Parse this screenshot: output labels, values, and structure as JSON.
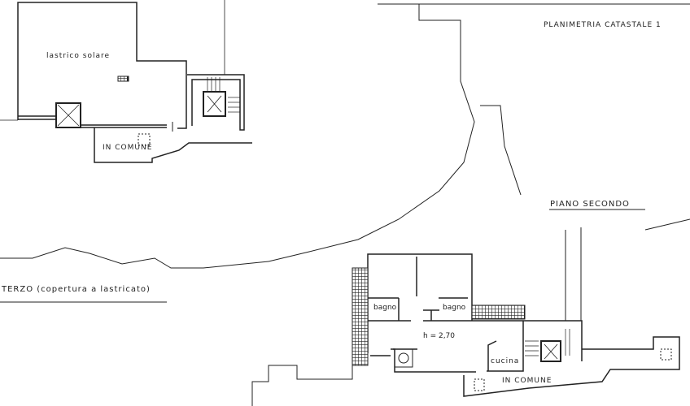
{
  "title": "PLANIMETRIA CATASTALE 1",
  "floors": {
    "terzo": {
      "label": "TERZO (copertura a lastricato)",
      "rooms": {
        "lastrico": "lastrico solare",
        "common": "IN COMUNE"
      }
    },
    "secondo": {
      "label": "PIANO SECONDO",
      "rooms": {
        "bagno1": "bagno",
        "bagno2": "bagno",
        "height": "h = 2,70",
        "cucina": "cucina",
        "common": "IN COMUNE"
      }
    }
  },
  "colors": {
    "ink": "#222222",
    "paper": "#ffffff"
  }
}
